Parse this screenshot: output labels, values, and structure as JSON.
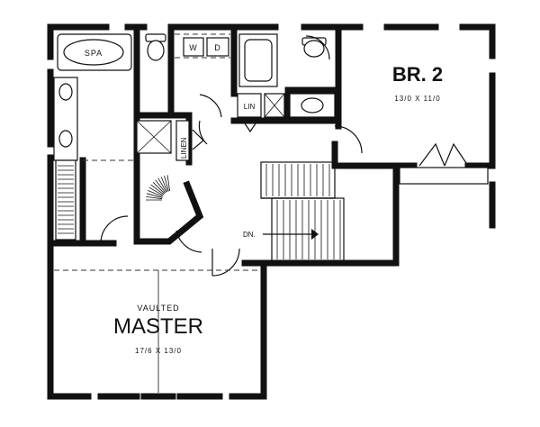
{
  "rooms": {
    "br2": {
      "name": "BR. 2",
      "dims": "13/0 X 11/0"
    },
    "master": {
      "title": "VAULTED",
      "name": "MASTER",
      "dims": "17/6 X 13/0"
    }
  },
  "labels": {
    "spa": "SPA",
    "washer": "W",
    "dryer": "D",
    "lin": "LIN",
    "linen": "LINEN",
    "stairs_down": "DN."
  },
  "colors": {
    "ink": "#111111",
    "background": "#ffffff"
  }
}
